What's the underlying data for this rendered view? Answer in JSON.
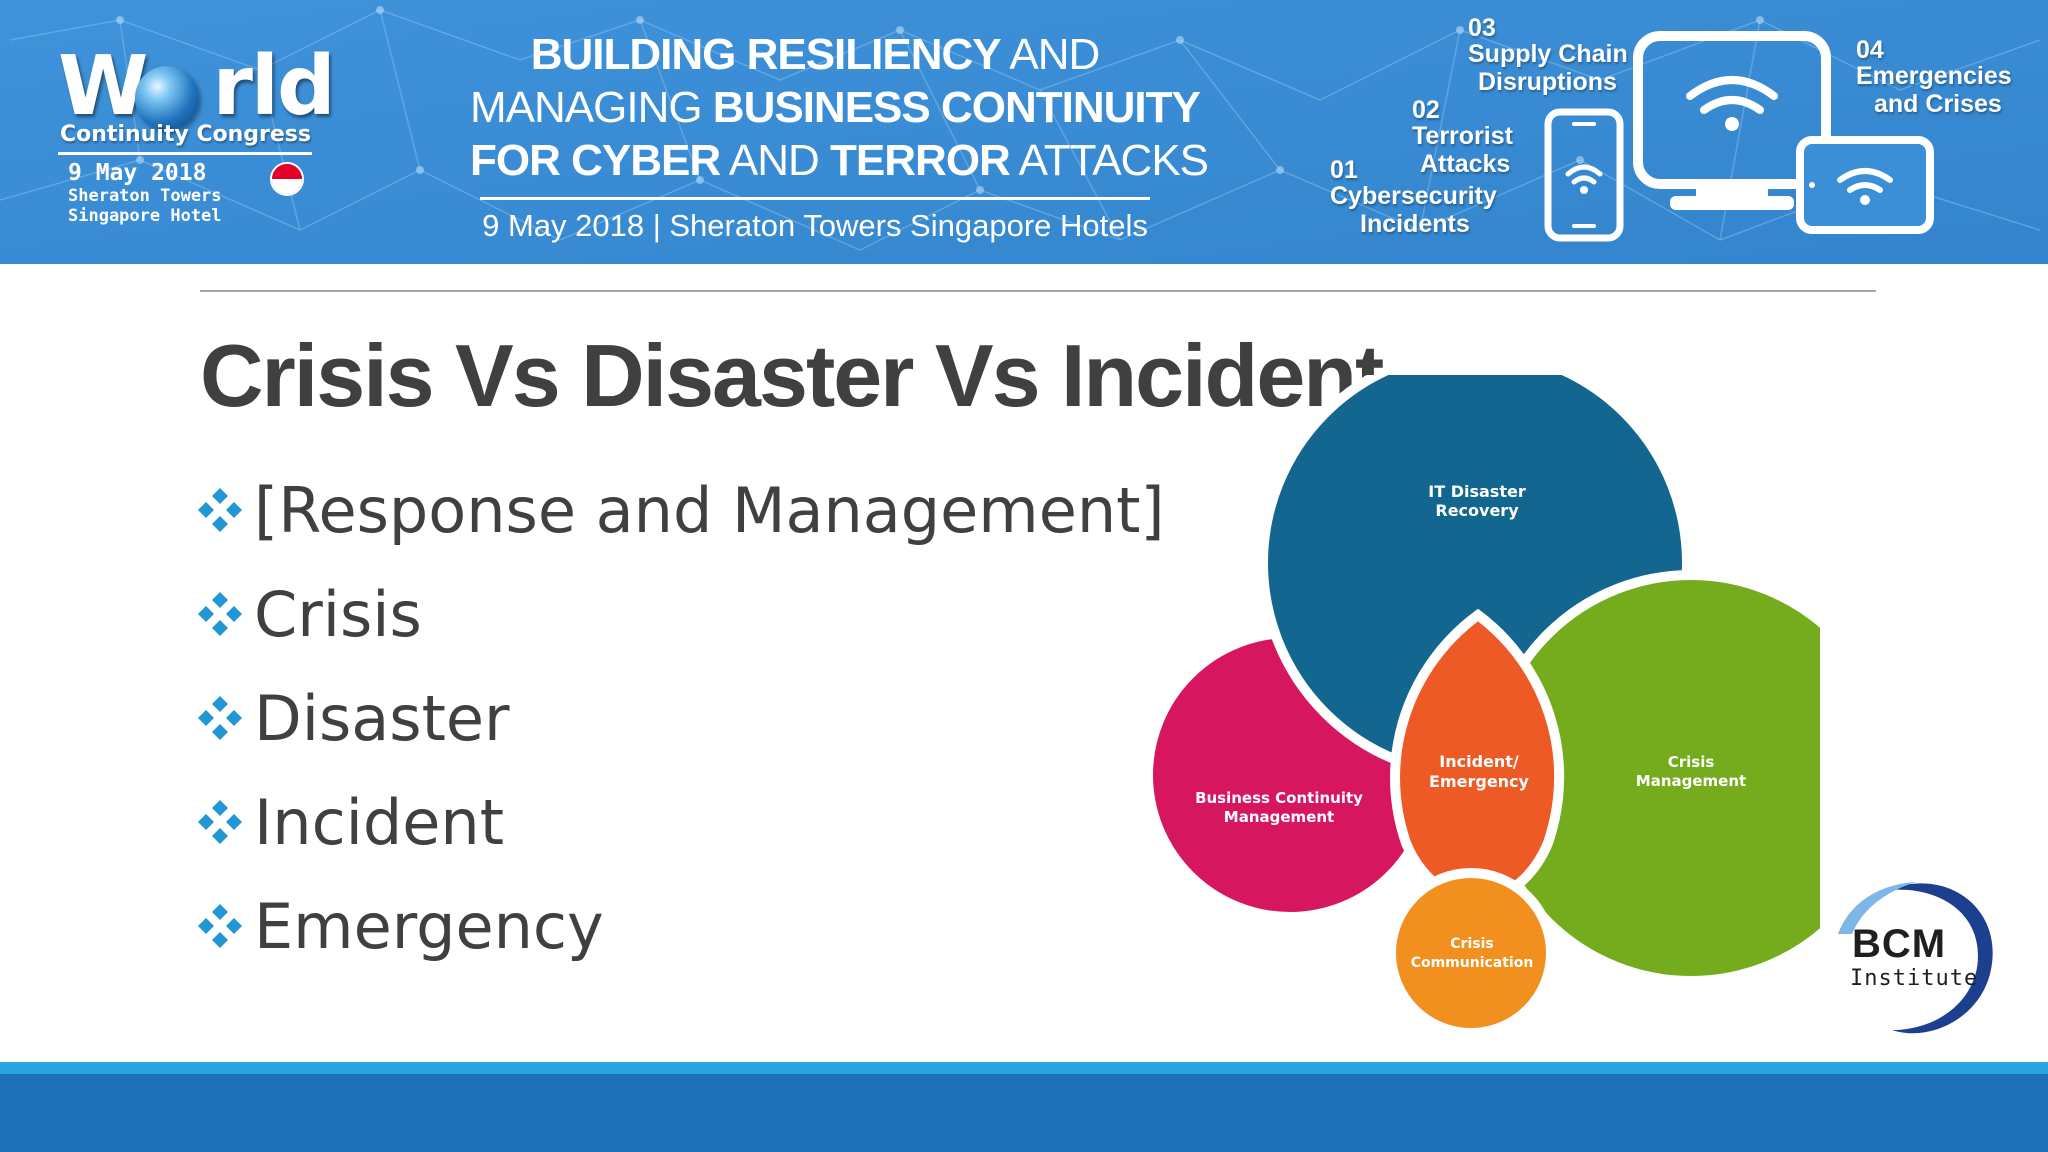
{
  "banner": {
    "logo": {
      "word_start": "W",
      "word_end": "rld",
      "subtitle": "Continuity Congress",
      "date": "9 May 2018",
      "venue_line1": "Sheraton Towers",
      "venue_line2": "Singapore Hotel"
    },
    "headline": {
      "line1_bold": "BUILDING RESILIENCY",
      "line1_thin": " AND",
      "line2_thin": "MANAGING ",
      "line2_bold": "BUSINESS CONTINUITY",
      "line3_bold_a": "FOR CYBER",
      "line3_thin_a": " AND ",
      "line3_bold_b": "TERROR",
      "line3_thin_b": " ATTACKS",
      "date_line": "9 May 2018  |  Sheraton Towers Singapore Hotels"
    },
    "topics": [
      {
        "number": "03",
        "line1": "Supply Chain",
        "line2": "Disruptions"
      },
      {
        "number": "02",
        "line1": "Terrorist",
        "line2": "Attacks"
      },
      {
        "number": "01",
        "line1": "Cybersecurity",
        "line2": "Incidents"
      },
      {
        "number": "04",
        "line1": "Emergencies",
        "line2": "and Crises"
      }
    ]
  },
  "slide": {
    "title": "Crisis Vs Disaster Vs Incident",
    "bullets": [
      "[Response and Management]",
      "Crisis",
      "Disaster",
      "Incident",
      "Emergency"
    ]
  },
  "venn": {
    "it_disaster_recovery": [
      "IT Disaster",
      "Recovery"
    ],
    "business_continuity": [
      "Business Continuity",
      "Management"
    ],
    "crisis_management": [
      "Crisis",
      "Management"
    ],
    "incident_emergency": [
      "Incident/",
      "Emergency"
    ],
    "crisis_communication": [
      "Crisis",
      "Communication"
    ],
    "colors": {
      "it_disaster_recovery": "#12668f",
      "business_continuity": "#d6175f",
      "crisis_management": "#74ac1e",
      "incident_emergency": "#ee5a26",
      "crisis_communication": "#f2901f"
    }
  },
  "bcm_logo": {
    "name": "BCM",
    "sub": "Institute"
  },
  "theme": {
    "banner_blue": "#3b8fd6",
    "bullet_blue": "#2196d3",
    "footer_blue": "#1f72b7",
    "footer_accent": "#2aa4e0"
  }
}
